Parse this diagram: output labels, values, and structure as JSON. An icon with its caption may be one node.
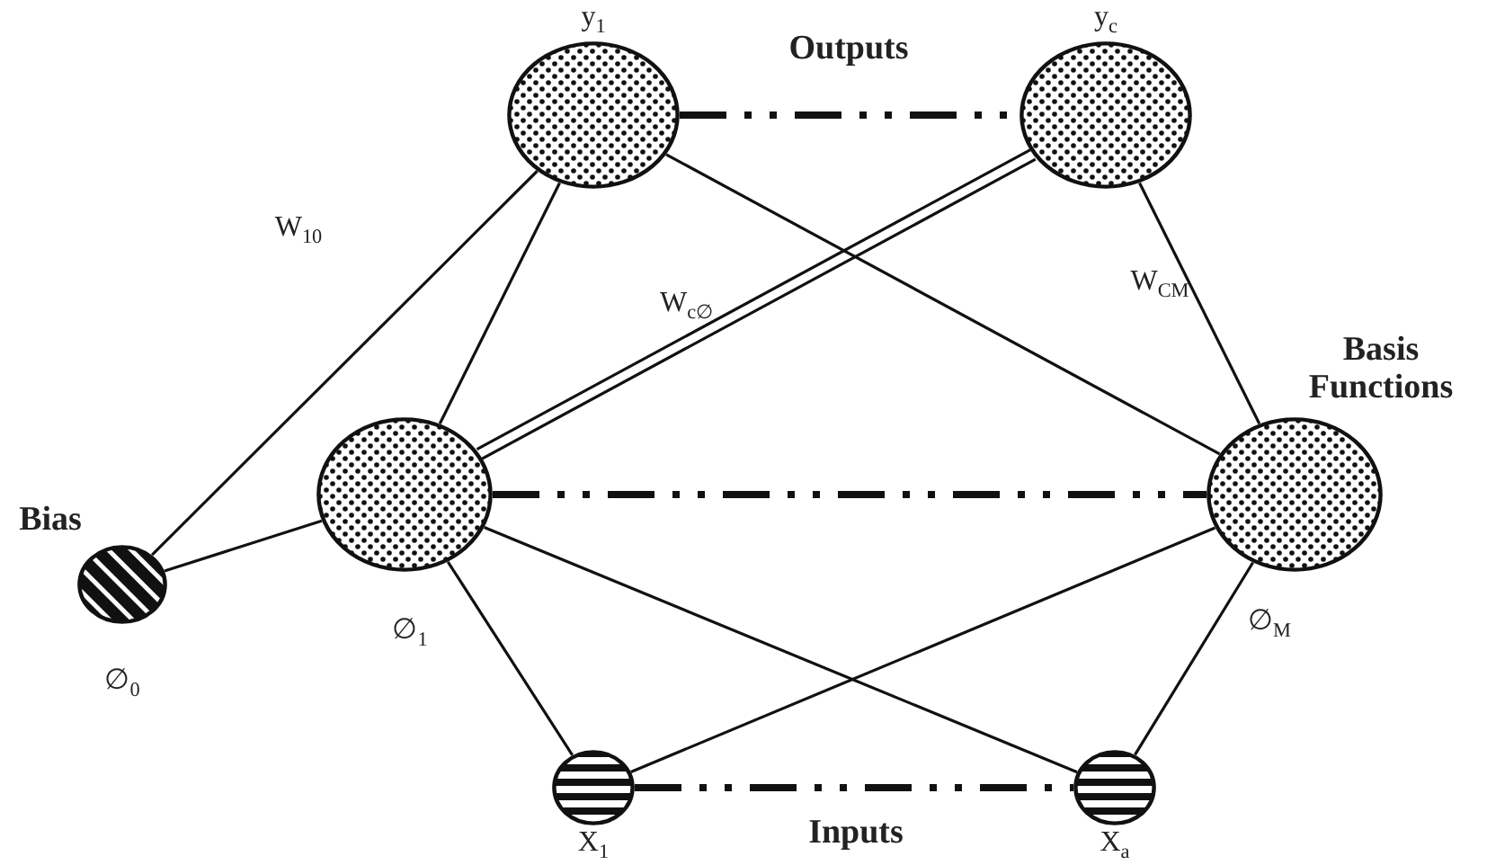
{
  "diagram": {
    "nodes": [
      {
        "text": [],
        "shape": "circle",
        "beside": [
          "y$_{1}$"
        ]
      },
      {
        "text": [],
        "shape": "circle",
        "beside": [
          "y$_{c}$"
        ]
      },
      {
        "text": [],
        "shape": "circle",
        "beside": [
          "Bias",
          "∅$_{0}$"
        ]
      },
      {
        "text": [],
        "shape": "circle",
        "beside": [
          "∅$_{1}$"
        ]
      },
      {
        "text": [],
        "shape": "circle",
        "beside": [
          "∅$_{M}$"
        ]
      },
      {
        "text": [],
        "shape": "circle",
        "beside": [
          "X$_{1}$"
        ]
      },
      {
        "text": [],
        "shape": "circle",
        "beside": [
          "X$_{a}$"
        ]
      }
    ],
    "edges": [
      {
        "from": 0,
        "to": 1,
        "arrow": "none",
        "style": "dashed"
      },
      {
        "from": 2,
        "to": 0,
        "arrow": "none"
      },
      {
        "from": 3,
        "to": 0,
        "arrow": "none"
      },
      {
        "from": 0,
        "to": 4,
        "arrow": "none"
      },
      {
        "from": 3,
        "to": 1,
        "arrow": "none"
      },
      {
        "from": 3,
        "to": 1,
        "arrow": "none"
      },
      {
        "from": 4,
        "to": 1,
        "arrow": "none"
      },
      {
        "from": 2,
        "to": 3,
        "arrow": "none"
      },
      {
        "from": 3,
        "to": 4,
        "arrow": "none",
        "style": "dashed"
      },
      {
        "from": 3,
        "to": 5,
        "arrow": "none"
      },
      {
        "from": 3,
        "to": 6,
        "arrow": "none"
      },
      {
        "from": 5,
        "to": 4,
        "arrow": "none"
      },
      {
        "from": 6,
        "to": 4,
        "arrow": "none"
      },
      {
        "from": 5,
        "to": 6,
        "arrow": "none",
        "style": "dashed"
      }
    ],
    "labels": [
      "Outputs",
      "W$_{10}$",
      "W$_{c∅}$",
      "W$_{CM}$",
      "Basis Functions",
      "Inputs"
    ]
  }
}
